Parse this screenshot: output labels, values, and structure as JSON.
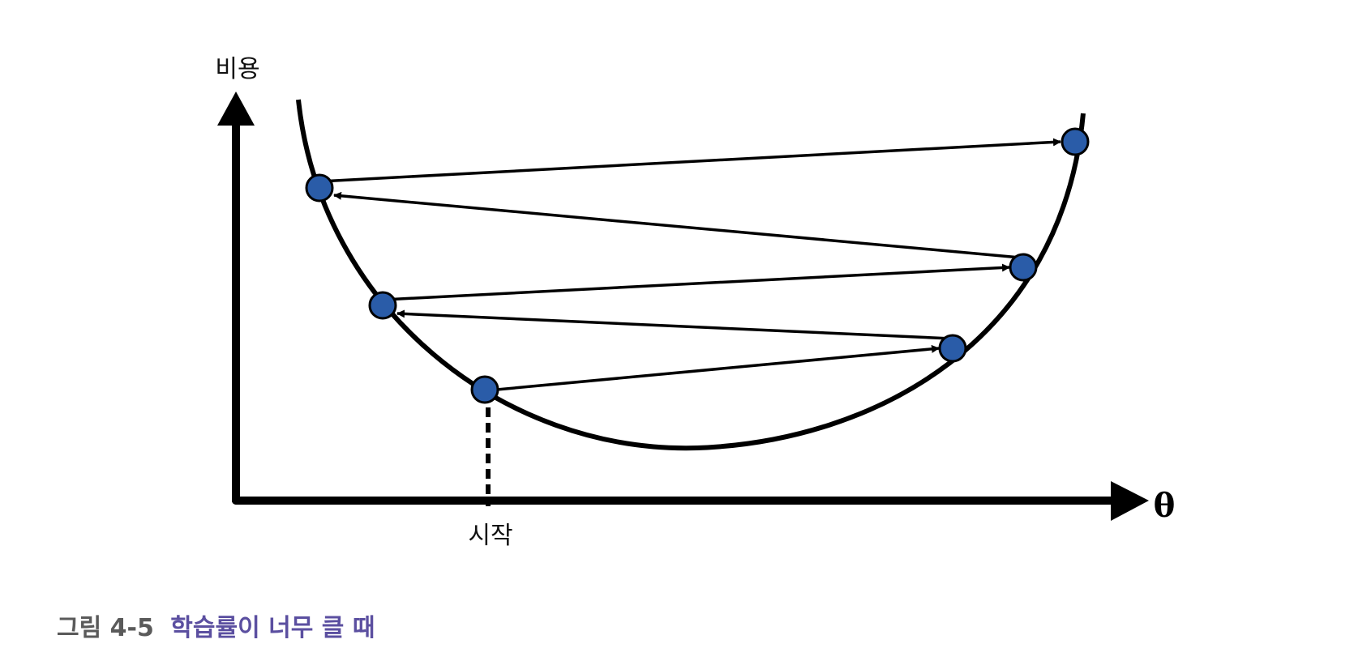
{
  "y_axis_label": "비용",
  "x_axis_label": "θ",
  "start_label": "시작",
  "caption": {
    "number": "그림 4-5",
    "title": "학습률이 너무 클 때"
  },
  "colors": {
    "point_fill": "#2a5ca8",
    "stroke": "#000000",
    "caption_number": "#5a5a5a",
    "caption_title": "#5b4fa0"
  }
}
